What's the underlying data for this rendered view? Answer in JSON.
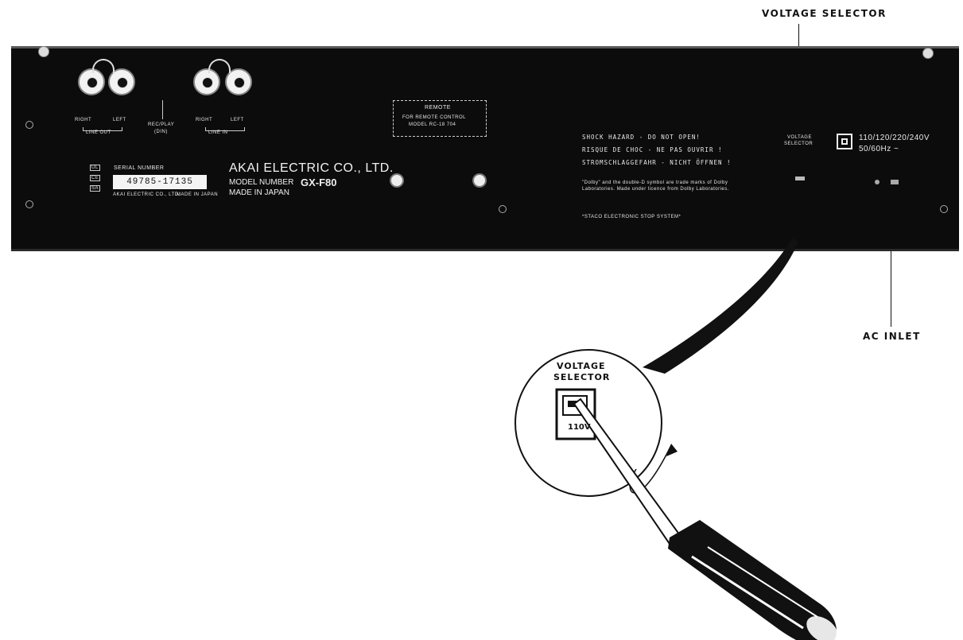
{
  "callouts": {
    "voltage_selector": "VOLTAGE SELECTOR",
    "ac_inlet": "AC INLET"
  },
  "panel": {
    "line_out": {
      "right": "RIGHT",
      "left": "LEFT",
      "group": "LINE OUT"
    },
    "rec_play": {
      "line1": "REC/PLAY",
      "line2": "(DIN)"
    },
    "line_in": {
      "right": "RIGHT",
      "left": "LEFT",
      "group": "LINE IN"
    },
    "serial": {
      "label": "SERIAL NUMBER",
      "number": "49785-17135",
      "footer_left": "AKAI ELECTRIC CO., LTD.",
      "footer_right": "MADE IN JAPAN"
    },
    "ul_marks": [
      "UL",
      "CE",
      "SA"
    ],
    "brand": "AKAI ELECTRIC CO., LTD.",
    "model_label": "MODEL NUMBER",
    "model_number": "GX-F80",
    "made_in": "MADE IN JAPAN",
    "remote": {
      "title": "REMOTE",
      "line2": "FOR REMOTE CONTROL",
      "line3": "MODEL RC-18 704"
    },
    "warnings": [
      "SHOCK HAZARD - DO NOT OPEN!",
      "RISQUE DE CHOC - NE PAS OUVRIR !",
      "STROMSCHLAGGEFAHR - NICHT ÖFFNEN !"
    ],
    "dolby_note": "\"Dolby\" and the double-D symbol are trade marks of Dolby Laboratories. Made under licence from Dolby Laboratories.",
    "system_note": "*STACO ELECTRONIC STOP SYSTEM*",
    "voltage_label_line1": "VOLTAGE",
    "voltage_label_line2": "SELECTOR",
    "voltage_spec": "110/120/220/240V",
    "freq_spec": "50/60Hz ~"
  },
  "inset": {
    "label_line1": "VOLTAGE",
    "label_line2": "SELECTOR",
    "setting": "110V"
  }
}
